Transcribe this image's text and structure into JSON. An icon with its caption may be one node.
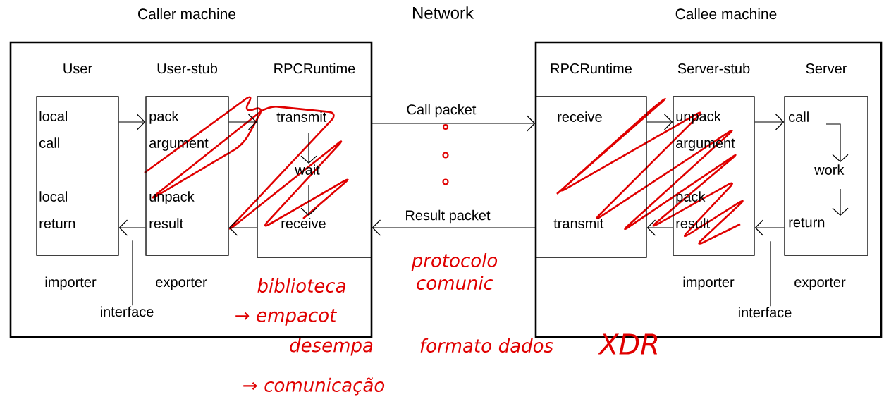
{
  "diagram": {
    "nodes": [
      {
        "text": [
          "Caller machine"
        ]
      },
      {
        "text": [
          "User",
          "local call",
          "local return"
        ],
        "in": 0,
        "beside": [
          "importer"
        ]
      },
      {
        "text": [
          "User-stub",
          "pack argument",
          "unpack result"
        ],
        "in": 0,
        "beside": [
          "exporter"
        ]
      },
      {
        "text": [
          "RPCRuntime",
          "transmit",
          "wait",
          "receive"
        ],
        "in": 0
      },
      {
        "text": [
          "Callee machine"
        ]
      },
      {
        "text": [
          "RPCRuntime",
          "receive",
          "transmit"
        ],
        "in": 4
      },
      {
        "text": [
          "Server-stub",
          "unpack argument",
          "pack result"
        ],
        "in": 4,
        "beside": [
          "importer"
        ]
      },
      {
        "text": [
          "Server",
          "call",
          "work",
          "return"
        ],
        "in": 4,
        "beside": [
          "exporter"
        ]
      },
      {
        "text": [
          "interface"
        ],
        "in": 0
      },
      {
        "text": [
          "interface"
        ],
        "in": 4
      }
    ],
    "edges": [
      {
        "from": 1,
        "to": 2,
        "arrow": "to"
      },
      {
        "from": 2,
        "to": 3,
        "arrow": "to"
      },
      {
        "from": 3,
        "to": 5,
        "arrow": "to",
        "label": "Call packet"
      },
      {
        "from": 5,
        "to": 6,
        "arrow": "to"
      },
      {
        "from": 6,
        "to": 7,
        "arrow": "to"
      },
      {
        "from": 7,
        "to": 6,
        "arrow": "to"
      },
      {
        "from": 6,
        "to": 5,
        "arrow": "to"
      },
      {
        "from": 5,
        "to": 3,
        "arrow": "to",
        "label": "Result packet"
      },
      {
        "from": 3,
        "to": 2,
        "arrow": "to"
      },
      {
        "from": 2,
        "to": 1,
        "arrow": "to"
      },
      {
        "from": 8,
        "to": null,
        "arrow": "none"
      },
      {
        "from": 9,
        "to": null,
        "arrow": "none"
      }
    ],
    "labels": [
      "Network",
      "protocolo comunic",
      "biblioteca",
      "→ empacot",
      "desempa",
      "formato dados",
      "XDR",
      "→ comunicação"
    ]
  }
}
